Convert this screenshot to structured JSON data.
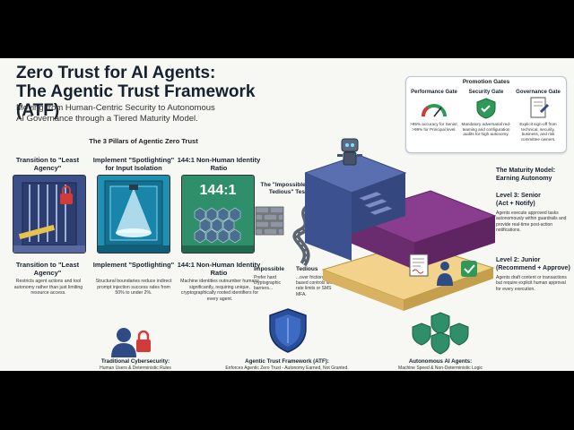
{
  "title_line1": "Zero Trust for AI Agents:",
  "title_line2": "The Agentic Trust Framework (ATF)",
  "subtitle_line1": "Moving from Human-Centric Security to Autonomous",
  "subtitle_line2": "AI Governance through a Tiered Maturity Model.",
  "pillars": {
    "heading": "The 3 Pillars of Agentic Zero Trust",
    "items": [
      {
        "top": "Transition to \"Least Agency\"",
        "name": "Transition to \"Least Agency\"",
        "desc": "Restricts agent actions and tool autonomy rather than just limiting resource access."
      },
      {
        "top": "Implement \"Spotlighting\" for Input Isolation",
        "name": "Implement \"Spotlighting\"",
        "desc": "Structural boundaries reduce indirect prompt injection success rates from 50% to under 2%."
      },
      {
        "top": "144:1 Non-Human Identity Ratio",
        "name": "144:1 Non-Human Identity Ratio",
        "desc": "Machine identities outnumber humans significantly, requiring unique, cryptographically rooted identifiers for every agent.",
        "ratio_label": "144:1"
      }
    ]
  },
  "test": {
    "heading": "The \"Impossible vs. Tedious\" Test",
    "impossible_label": "Impossible",
    "impossible_desc": "Prefer hard cryptographic barriers...",
    "tedious_label": "Tedious",
    "tedious_desc": "...over friction-based controls like rate limits or SMS MFA."
  },
  "gates": {
    "heading": "Promotion Gates",
    "items": [
      {
        "title": "Performance Gate",
        "desc": ">95% accuracy for Senior, >99% for Principal level."
      },
      {
        "title": "Security Gate",
        "desc": "Mandatory adversarial red-teaming and configuration audits for high autonomy."
      },
      {
        "title": "Governance Gate",
        "desc": "Explicit sign-off from technical, security, business, and risk committee owners."
      }
    ]
  },
  "maturity": {
    "heading_line1": "The Maturity Model:",
    "heading_line2": "Earning Autonomy",
    "level3_title_line1": "Level 3: Senior",
    "level3_title_line2": "(Act + Notify)",
    "level3_desc": "Agents execute approved tasks autonomously within guardrails and provide real-time post-action notifications.",
    "level2_title_line1": "Level 2: Junior",
    "level2_title_line2": "(Recommend + Approve)",
    "level2_desc": "Agents draft content or transactions but require explicit human approval for every execution."
  },
  "bottom": [
    {
      "title": "Traditional Cybersecurity:",
      "desc": "Human Users & Deterministic Rules"
    },
    {
      "title": "Agentic Trust Framework (ATF):",
      "desc": "Enforces Agentic Zero Trust - Autonomy Earned, Not Granted."
    },
    {
      "title": "Autonomous AI Agents:",
      "desc": "Machine Speed & Non-Deterministic Logic"
    }
  ],
  "colors": {
    "pillar1": "#3b4f8a",
    "pillar2": "#1f8fb4",
    "pillar3": "#2f8f6a",
    "shield": "#2a4f9a",
    "tier_top": "#5a6fb0",
    "tier_mid": "#8a3d8e",
    "tier_low": "#f3d38c"
  },
  "icons": [
    "lock-icon",
    "spotlight-icon",
    "identity-grid-icon",
    "brick-wall-icon",
    "winding-road-icon",
    "gauge-icon",
    "shield-check-icon",
    "signed-document-icon",
    "person-icon",
    "check-icon",
    "robot-icon",
    "shield-icon",
    "agent-network-icon"
  ]
}
